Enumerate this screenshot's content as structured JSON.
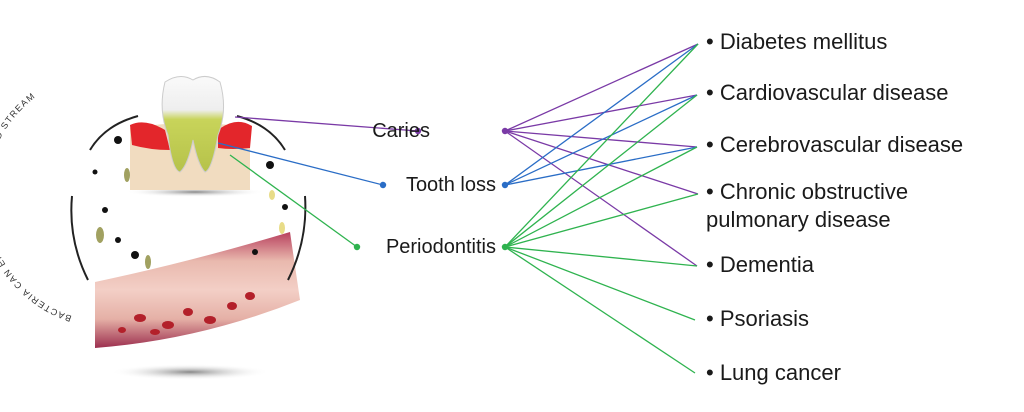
{
  "illustration": {
    "curved_caption": "BACTERIA CAN ENTER  IN TO THE BLOOD STREAM"
  },
  "causes": [
    {
      "id": "caries",
      "label": "Caries",
      "color": "#7a3aa6"
    },
    {
      "id": "tooth_loss",
      "label": "Tooth loss",
      "color": "#2a6dc6"
    },
    {
      "id": "periodontitis",
      "label": "Periodontitis",
      "color": "#2fb34f"
    }
  ],
  "diseases": [
    {
      "label": "• Diabetes mellitus"
    },
    {
      "label": "• Cardiovascular disease"
    },
    {
      "label": "• Cerebrovascular disease"
    },
    {
      "label": "• Chronic obstructive",
      "label2": "pulmonary disease"
    },
    {
      "label": "• Dementia"
    },
    {
      "label": "• Psoriasis"
    },
    {
      "label": "• Lung cancer"
    }
  ],
  "links": {
    "caries": [
      0,
      1,
      2,
      3,
      4
    ],
    "tooth_loss": [
      0,
      1,
      2
    ],
    "periodontitis": [
      0,
      1,
      2,
      3,
      4,
      5,
      6
    ]
  }
}
